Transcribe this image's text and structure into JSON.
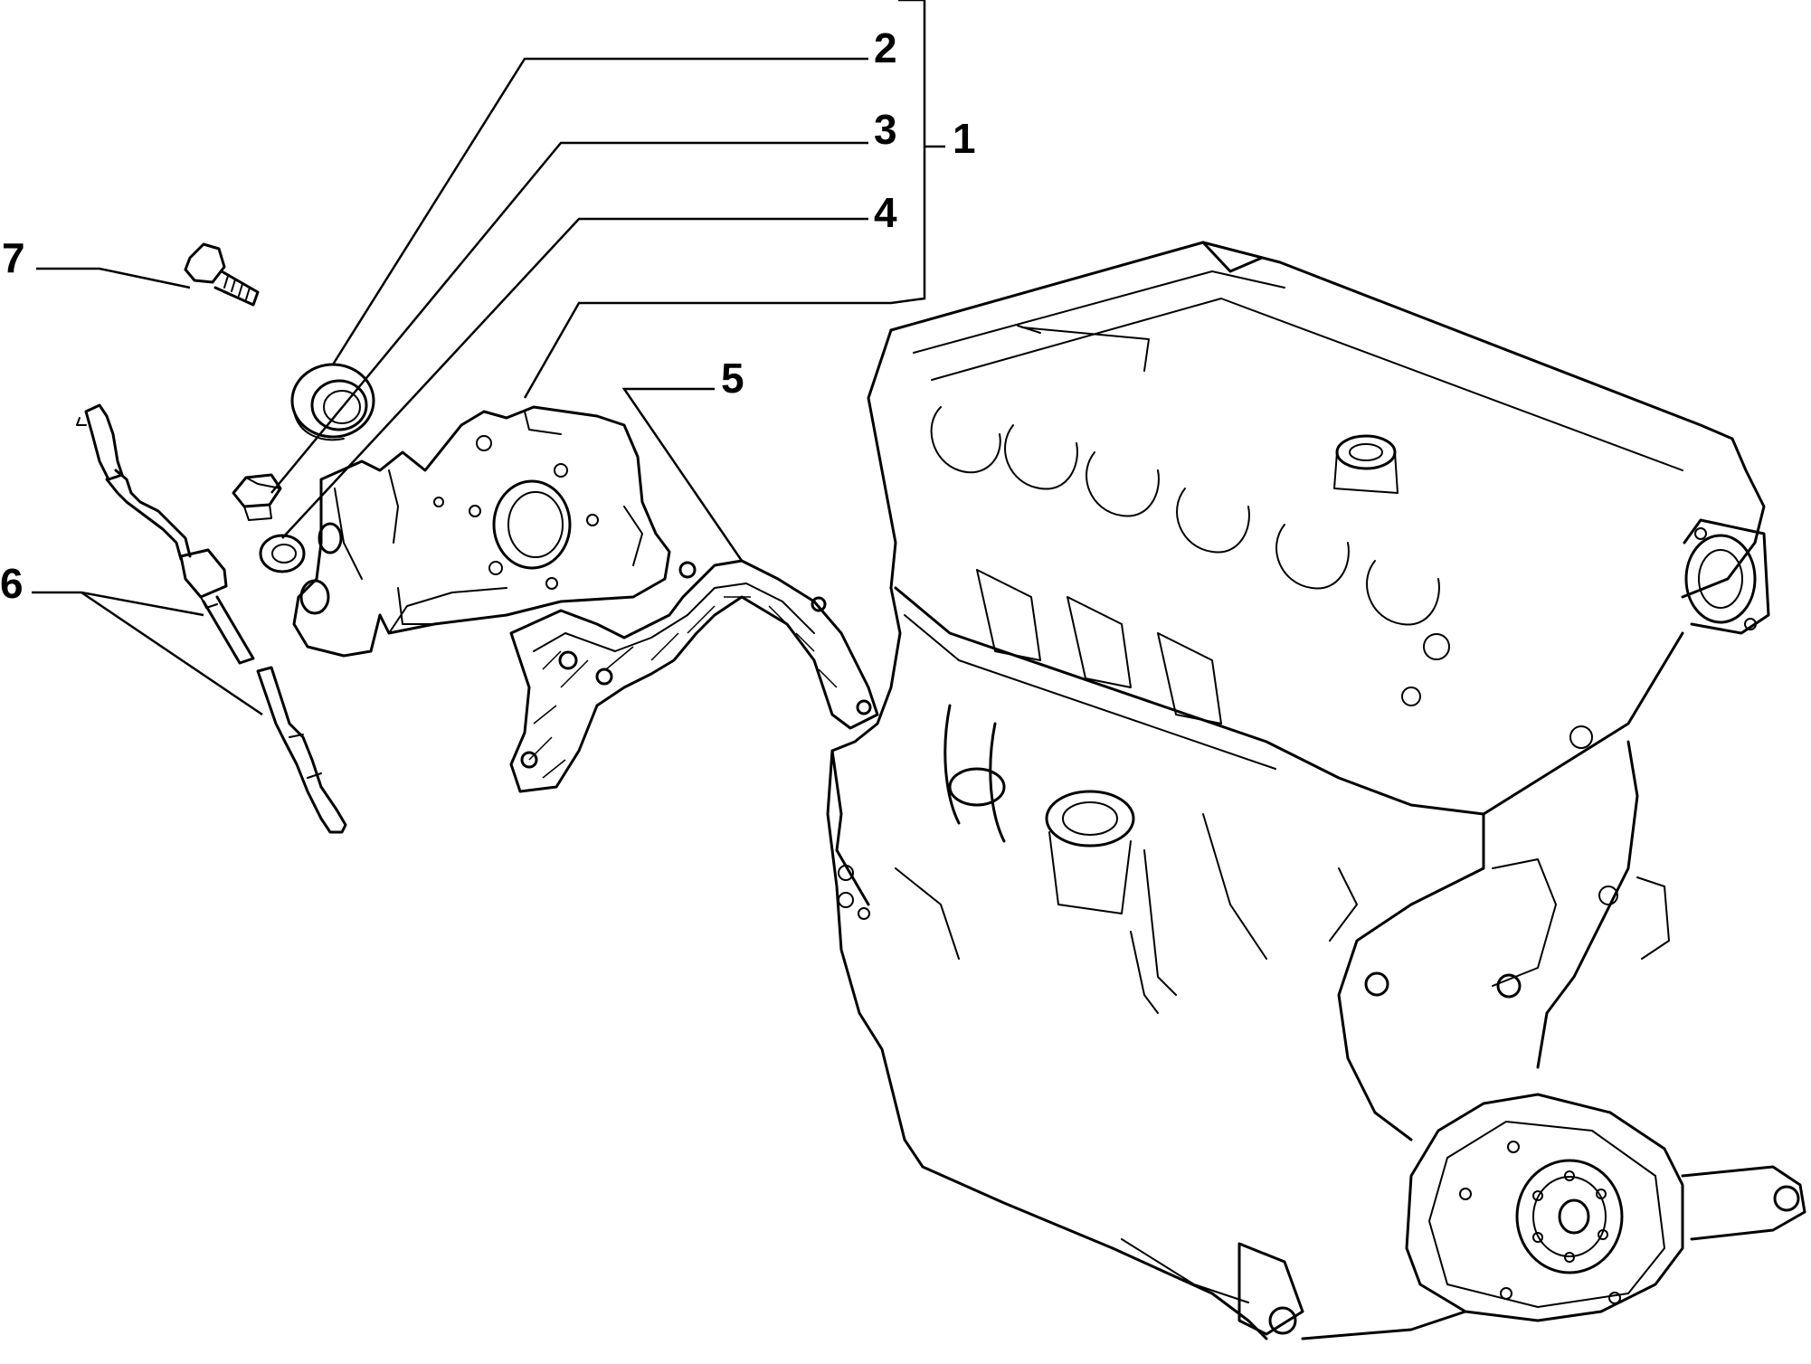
{
  "diagram": {
    "callouts": [
      {
        "id": "1",
        "label": "1"
      },
      {
        "id": "2",
        "label": "2"
      },
      {
        "id": "3",
        "label": "3"
      },
      {
        "id": "4",
        "label": "4"
      },
      {
        "id": "5",
        "label": "5"
      },
      {
        "id": "6",
        "label": "6"
      },
      {
        "id": "7",
        "label": "7"
      }
    ],
    "colors": {
      "ink": "#000000",
      "paper": "#ffffff"
    }
  }
}
